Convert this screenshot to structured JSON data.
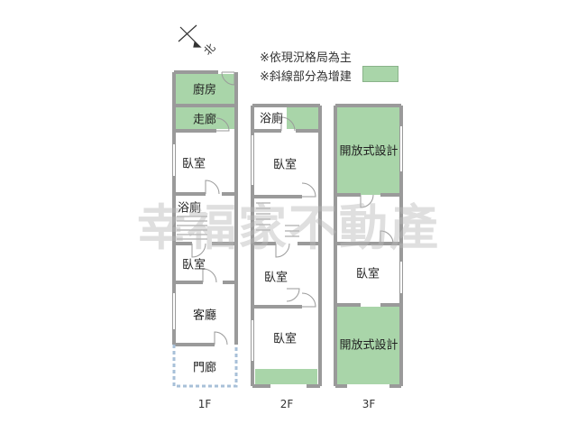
{
  "notes": {
    "line1": "※依現況格局為主",
    "line2": "※斜線部分為增建"
  },
  "compass": {
    "label": "北"
  },
  "colors": {
    "addition": "#a9d5a9",
    "wall": "#9a9a9a"
  },
  "floors": {
    "f1": {
      "label": "1F",
      "rooms": {
        "kitchen": "廚房",
        "corridor": "走廊",
        "bedroom1": "臥室",
        "bathroom": "浴廁",
        "bedroom2": "臥室",
        "living": "客廳",
        "porch": "門廊"
      }
    },
    "f2": {
      "label": "2F",
      "rooms": {
        "bathroom": "浴廁",
        "bedroom1": "臥室",
        "bedroom2": "臥室",
        "bedroom3": "臥室"
      }
    },
    "f3": {
      "label": "3F",
      "rooms": {
        "open1": "開放式設計",
        "bedroom": "臥室",
        "open2": "開放式設計"
      }
    }
  },
  "watermark": "幸福家不動產"
}
